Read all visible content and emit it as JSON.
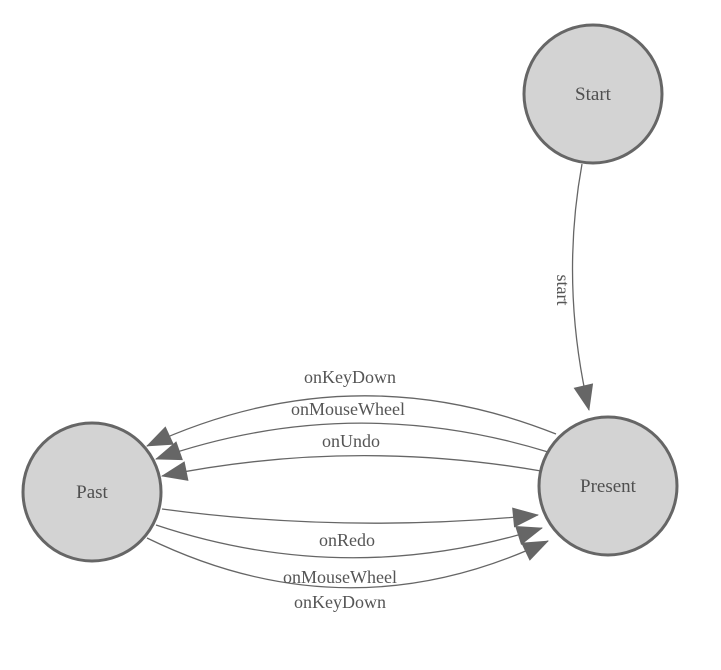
{
  "diagram": {
    "type": "state-machine",
    "background": "#ffffff",
    "colors": {
      "node_fill": "#d3d3d3",
      "node_stroke": "#666666",
      "edge_stroke": "#666666",
      "arrowhead_fill": "#666666",
      "label_text": "#555555"
    },
    "nodes": [
      {
        "id": "start",
        "label": "Start"
      },
      {
        "id": "past",
        "label": "Past"
      },
      {
        "id": "present",
        "label": "Present"
      }
    ],
    "edges": [
      {
        "from": "Start",
        "to": "Present",
        "label": "start"
      },
      {
        "from": "Present",
        "to": "Past",
        "label": "onKeyDown"
      },
      {
        "from": "Present",
        "to": "Past",
        "label": "onMouseWheel"
      },
      {
        "from": "Present",
        "to": "Past",
        "label": "onUndo"
      },
      {
        "from": "Past",
        "to": "Present",
        "label": "onRedo"
      },
      {
        "from": "Past",
        "to": "Present",
        "label": "onMouseWheel"
      },
      {
        "from": "Past",
        "to": "Present",
        "label": "onKeyDown"
      }
    ]
  }
}
